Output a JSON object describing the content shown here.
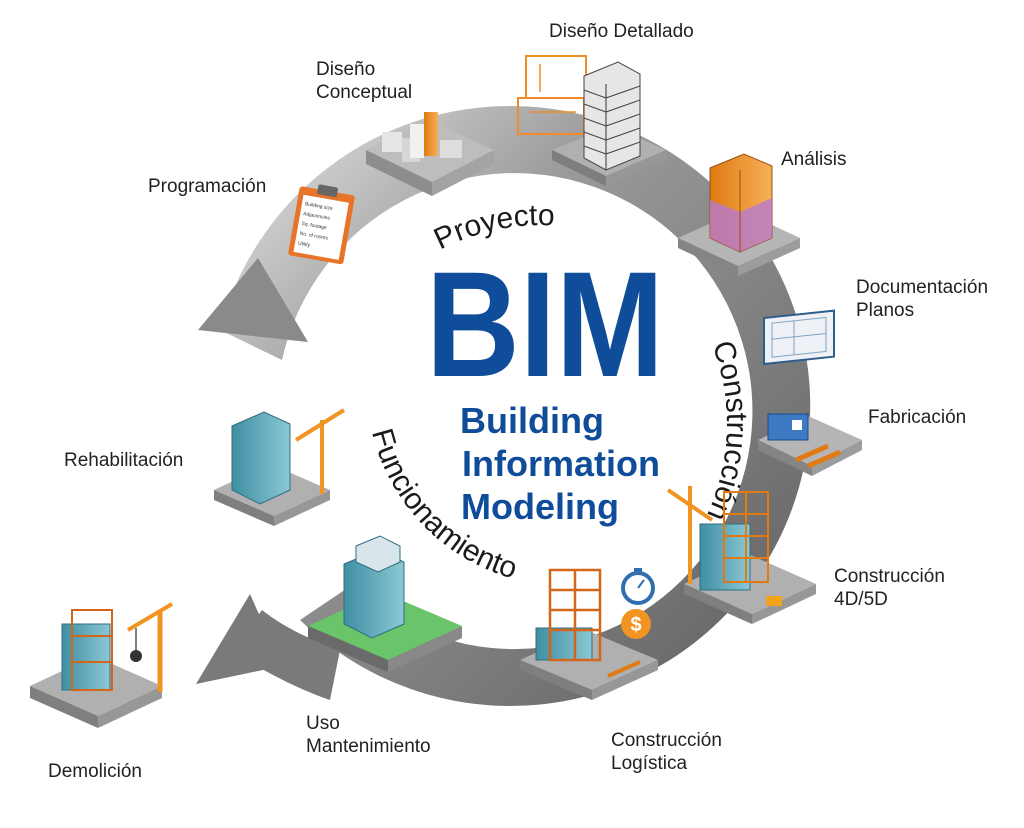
{
  "center": {
    "acronym": "BIM",
    "subtitle": [
      "Building",
      "Information",
      "Modeling"
    ]
  },
  "phases": {
    "proyecto": "Proyecto",
    "construccion": "Construcción",
    "funcionamiento": "Funcionamiento"
  },
  "stages": {
    "diseno_detallado": [
      "Diseño Detallado"
    ],
    "diseno_conceptual": [
      "Diseño",
      "Conceptual"
    ],
    "programacion": [
      "Programación"
    ],
    "analisis": [
      "Análisis"
    ],
    "documentacion": [
      "Documentación",
      "Planos"
    ],
    "fabricacion": [
      "Fabricación"
    ],
    "construccion_4d5d": [
      "Construcción",
      "4D/5D"
    ],
    "construccion_logistica": [
      "Construcción",
      "Logística"
    ],
    "uso_mantenimiento": [
      "Uso",
      "Mantenimiento"
    ],
    "demolicion": [
      "Demolición"
    ],
    "rehabilitacion": [
      "Rehabilitación"
    ]
  },
  "clipboard_items": [
    "Building size",
    "Adjacencies",
    "Sq. footage",
    "No. of rooms",
    "Utility"
  ],
  "colors": {
    "bim_blue": "#0f4c99",
    "ring_dark": "#676767",
    "ring_light": "#c9c9c9",
    "accent_orange": "#f28c28",
    "glass_teal": "#5fa7b8",
    "platform_gray": "#b5b5b5"
  },
  "icons": [
    "clipboard-icon",
    "stopwatch-icon",
    "coin-dollar-icon",
    "crane-icon",
    "building-icon",
    "blueprint-icon"
  ]
}
